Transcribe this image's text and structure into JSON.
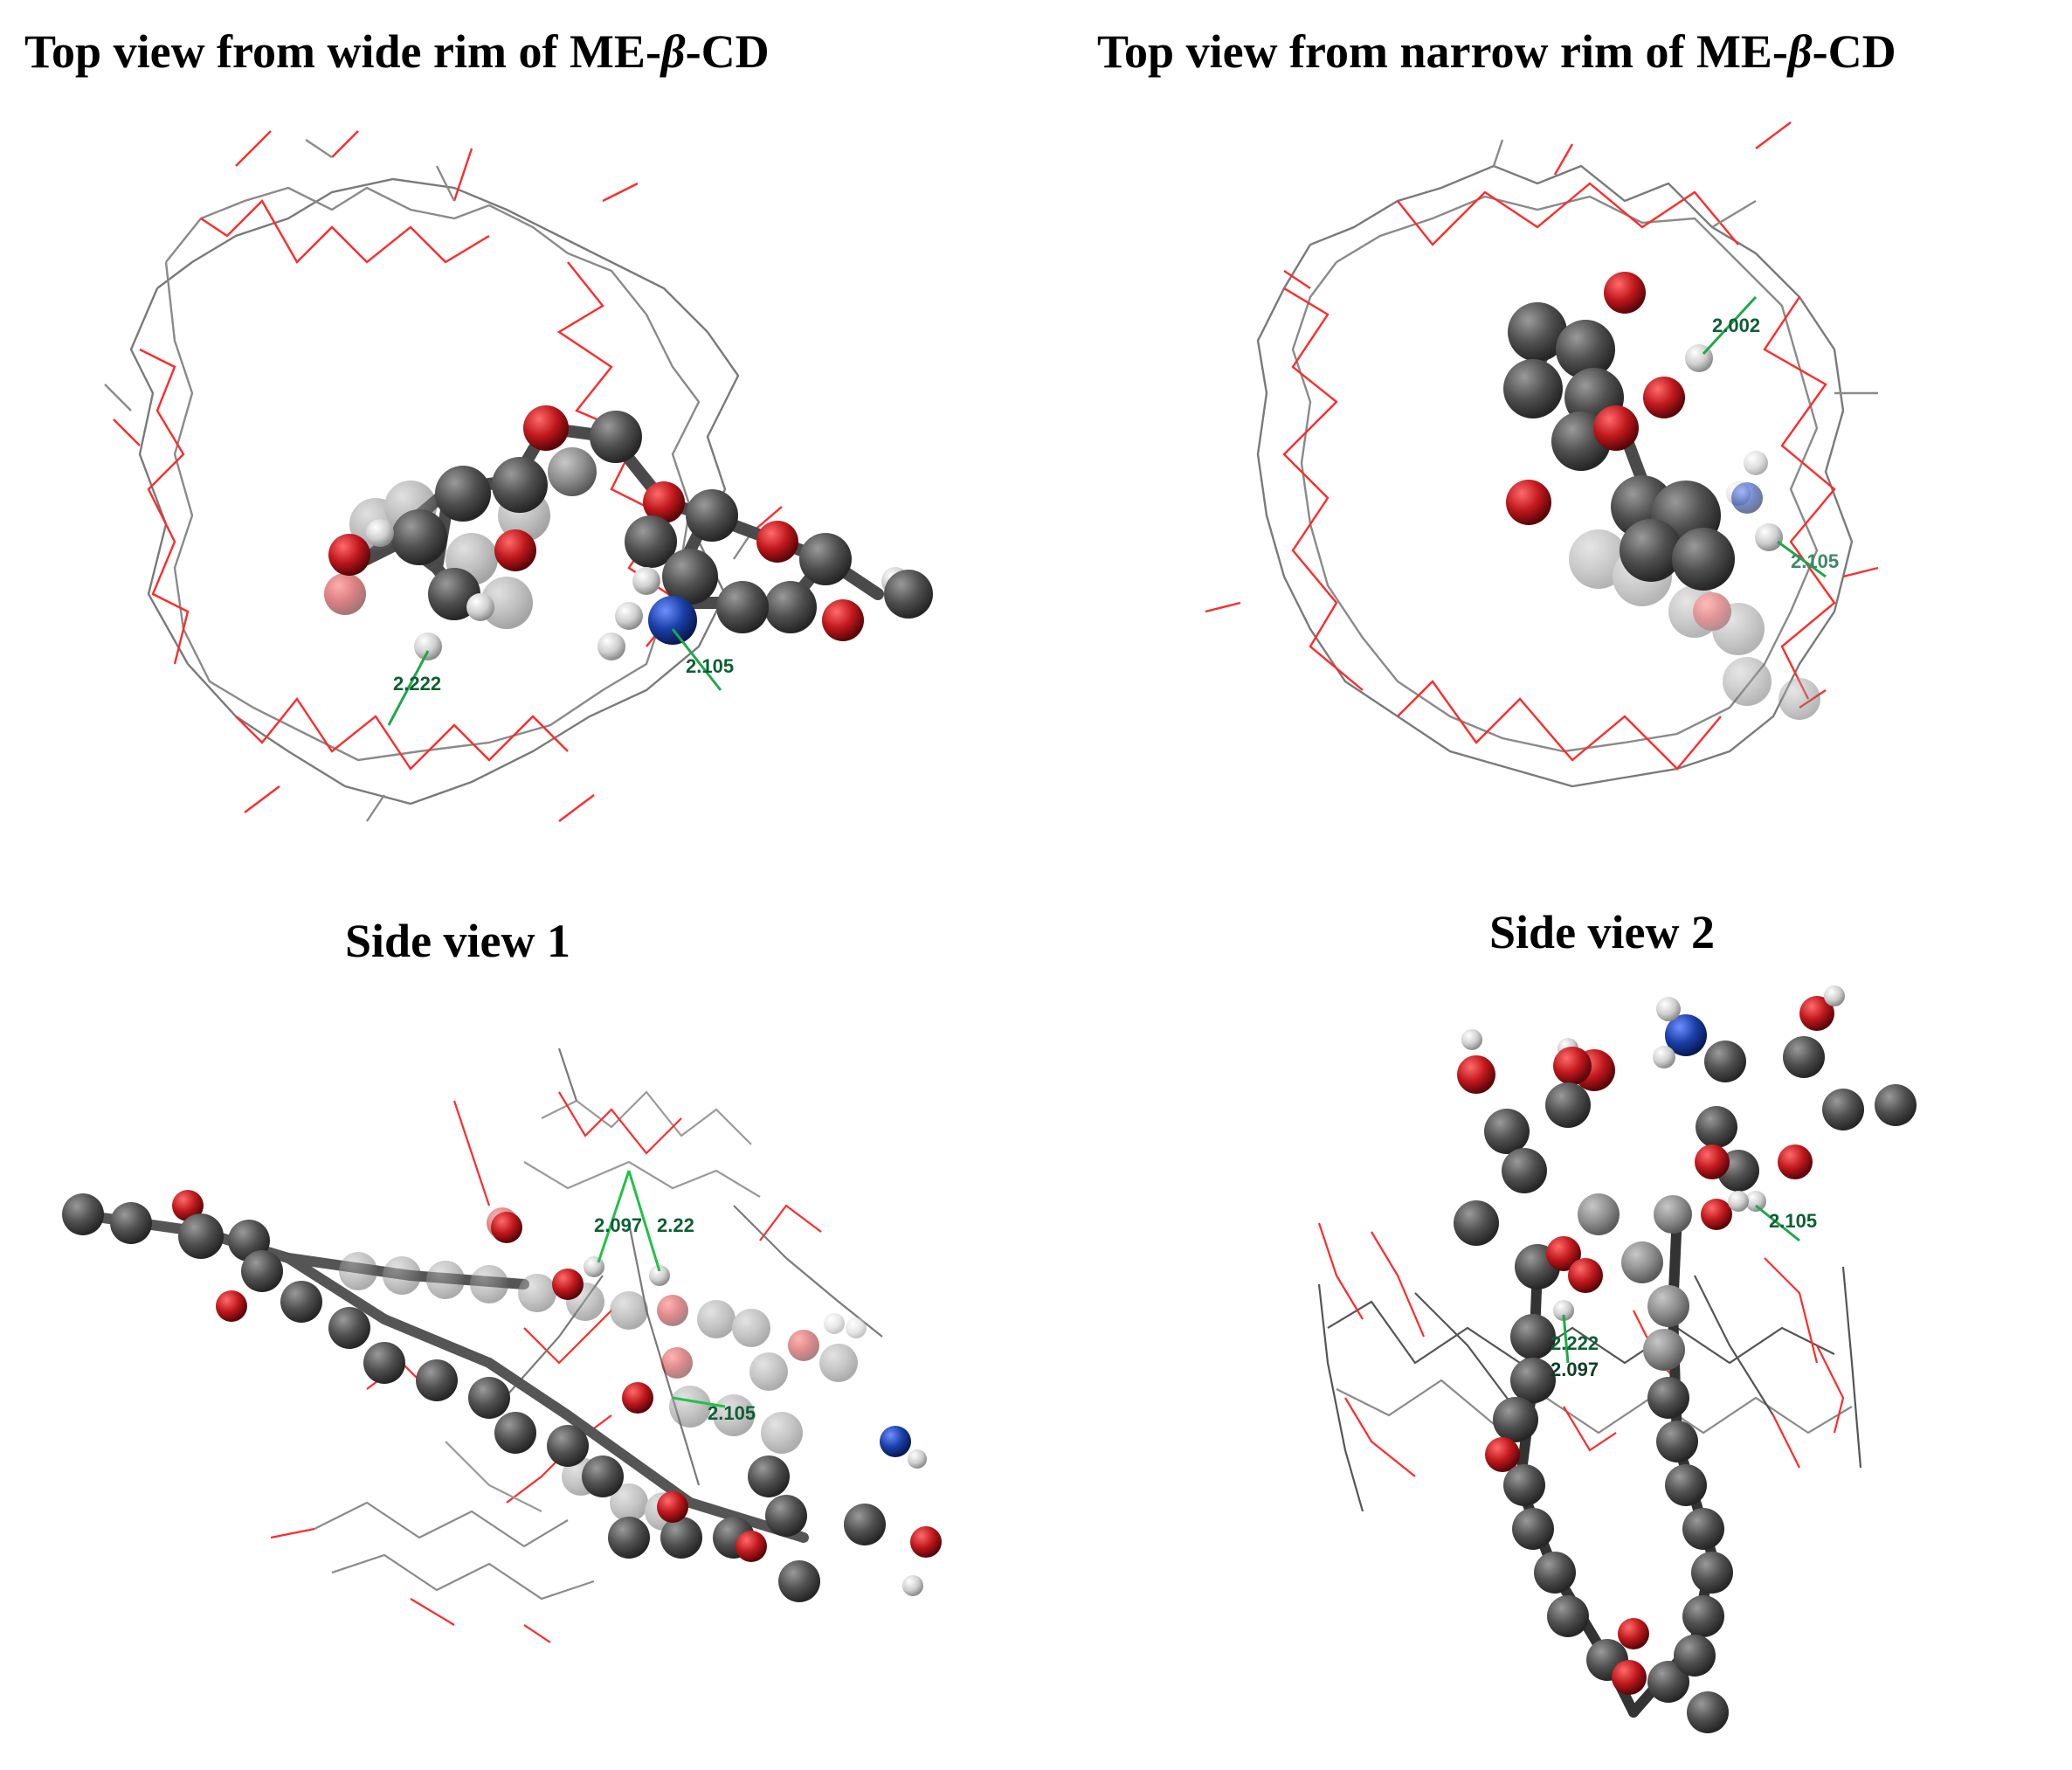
{
  "titles": {
    "top_left": {
      "pre": "Top view from wide rim of ME-",
      "greek": "β",
      "post": "-CD"
    },
    "top_right": {
      "pre": "Top view from narrow rim of ME-",
      "greek": "β",
      "post": "-CD"
    },
    "bottom_left": "Side view 1",
    "bottom_right": "Side view 2"
  },
  "hbond_labels": {
    "top_left_a": "2.222",
    "top_left_b": "2.105",
    "top_right_a": "2.002",
    "top_right_b": "2.105",
    "side1_a": "2.097",
    "side1_b": "2.22",
    "side1_c": "2.105",
    "side2_a": "2.105",
    "side2_b": "2.222",
    "side2_c": "2.097"
  },
  "colors": {
    "carbon": "#555555",
    "oxygen": "#c0181c",
    "nitrogen": "#1a3fa8",
    "hydrogen": "#d8d8d8",
    "bond_red": "#ff2a2a",
    "bond_gray": "#7a7a7a",
    "hbond": "#1fa84a",
    "label": "#0d5e34"
  }
}
